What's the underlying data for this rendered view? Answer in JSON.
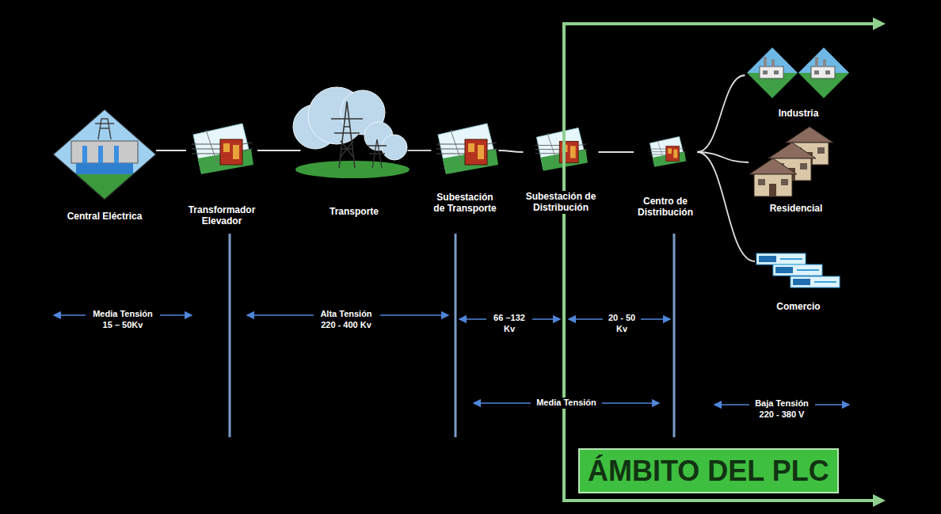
{
  "diagram": {
    "nodes": [
      {
        "text": [
          "Central Eléctrica"
        ]
      },
      {
        "text": [
          "Transformador Elevador"
        ]
      },
      {
        "text": [
          "Transporte"
        ]
      },
      {
        "text": [
          "Subestación de Transporte"
        ]
      },
      {
        "text": [
          "Subestación de Distribución"
        ]
      },
      {
        "text": [
          "Centro de Distribución"
        ]
      },
      {
        "text": [
          "Industria"
        ]
      },
      {
        "text": [
          "Residencial"
        ]
      },
      {
        "text": [
          "Comercio"
        ]
      },
      {
        "text": [
          "ÁMBITO DEL PLC"
        ]
      }
    ],
    "edges": [
      {
        "from": 0,
        "to": 1,
        "arrow": "none"
      },
      {
        "from": 1,
        "to": 2,
        "arrow": "none"
      },
      {
        "from": 2,
        "to": 3,
        "arrow": "none"
      },
      {
        "from": 3,
        "to": 4,
        "arrow": "none"
      },
      {
        "from": 4,
        "to": 5,
        "arrow": "none"
      },
      {
        "from": 5,
        "to": 6,
        "arrow": "none"
      },
      {
        "from": 5,
        "to": 7,
        "arrow": "none"
      },
      {
        "from": 5,
        "to": 8,
        "arrow": "none"
      }
    ],
    "labels": [
      "Media Tensión 15 – 50Kv",
      "Alta Tensión 220 - 400 Kv",
      "66 –132 Kv",
      "20 - 50 Kv",
      "Media Tensión",
      "Baja Tensión 220 - 380 V"
    ]
  }
}
